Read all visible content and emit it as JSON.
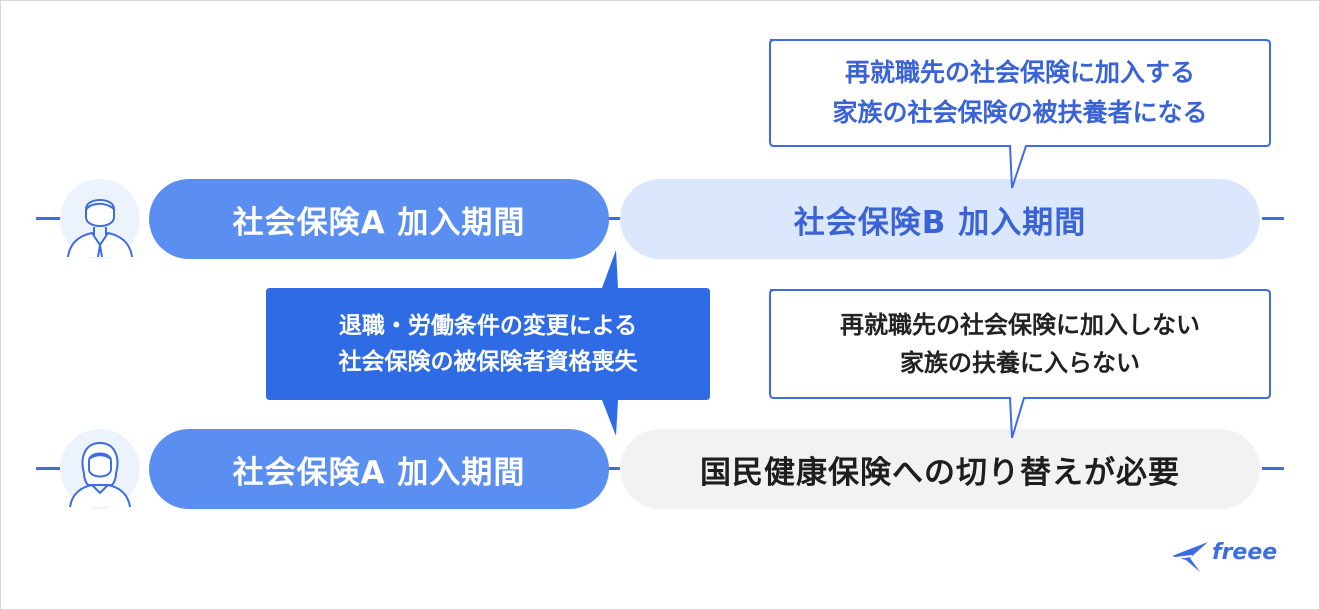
{
  "row1": {
    "pill_a_label": "社会保険A 加入期間",
    "pill_b_label": "社会保険B 加入期間"
  },
  "row2": {
    "pill_a_label": "社会保険A 加入期間",
    "pill_c_label": "国民健康保険への切り替えが必要"
  },
  "callout_top": {
    "line1": "再就職先の社会保険に加入する",
    "line2": "家族の社会保険の被扶養者になる"
  },
  "callout_middle": {
    "line1": "退職・労働条件の変更による",
    "line2": "社会保険の被保険者資格喪失"
  },
  "callout_bottom": {
    "line1": "再就職先の社会保険に加入しない",
    "line2": "家族の扶養に入らない"
  },
  "logo": {
    "text": "freee"
  },
  "icons": {
    "row1_avatar": "male-person-icon",
    "row2_avatar": "female-person-icon",
    "logo_mark": "bird-logo-icon"
  },
  "colors": {
    "accent": "#3d6de1",
    "pill_a": "#5a8ef0",
    "pill_b": "#dbe7fc",
    "pill_c": "#f2f2f2",
    "middle_callout": "#2f6be5"
  }
}
